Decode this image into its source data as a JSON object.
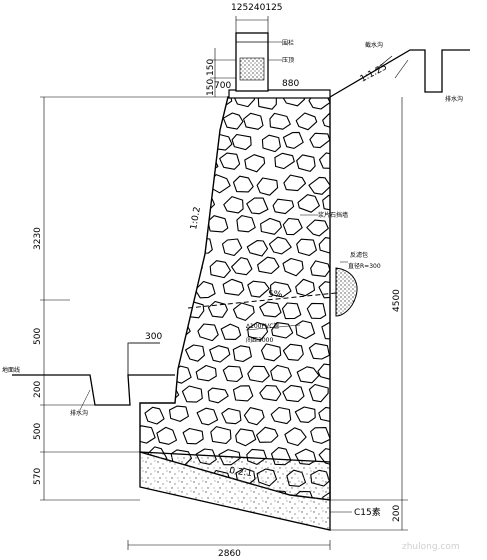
{
  "dimensions": {
    "top_wall": "125240125",
    "parapet_h1": "150",
    "parapet_h2": "150",
    "cap_left": "700",
    "cap_right": "880",
    "wall_height": "3230",
    "ditch_height": "500",
    "ditch_width": "300",
    "left_200": "200",
    "left_500": "500",
    "left_570": "570",
    "total_height": "4500",
    "bottom_200": "200",
    "base_width": "2860"
  },
  "labels": {
    "front_slope": "1:0.2",
    "back_slope": "1:1.25",
    "base_slope": "0.2:1",
    "drain_slope": "5%",
    "drain_pipe": "∆100PVC管",
    "drain_spacing": "间距3000",
    "filter_label": "反滤包",
    "filter_size": "直径R=300",
    "masonry": "浆片石挡墙",
    "foundation": "C15素",
    "fence": "围栏",
    "parapet_note": "压顶",
    "ditch_note_right": "截水沟",
    "ditch_note_right2": "排水沟",
    "ground_note_left": "地面线",
    "ditch_note_left": "排水沟"
  },
  "watermark": "zhulong.com"
}
